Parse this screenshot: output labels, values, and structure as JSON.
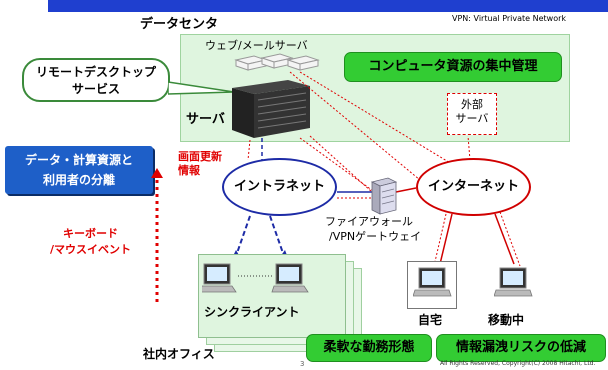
{
  "header": {
    "datacenter_title": "データセンタ",
    "vpn_note": "VPN: Virtual Private Network"
  },
  "datacenter": {
    "web_mail_server": "ウェブ/メールサーバ",
    "centralized_mgmt": "コンピュータ資源の集中管理",
    "remote_desktop_line1": "リモートデスクトップ",
    "remote_desktop_line2": "サービス",
    "server": "サーバ"
  },
  "external_server": {
    "line1": "外部",
    "line2": "サーバ"
  },
  "left_panel": {
    "separation_line1": "データ・計算資源と",
    "separation_line2": "利用者の分離",
    "screen_update_line1": "画面更新",
    "screen_update_line2": "情報",
    "keyboard_line1": "キーボード",
    "keyboard_line2": "/マウスイベント"
  },
  "network": {
    "intranet": "イントラネット",
    "internet": "インターネット",
    "firewall_line1": "ファイアウォール",
    "firewall_line2": "/VPNゲートウェイ"
  },
  "office": {
    "thin_client": "シンクライアント",
    "office_label": "社内オフィス"
  },
  "remote": {
    "home": "自宅",
    "mobile": "移動中"
  },
  "footer": {
    "flexible_work": "柔軟な勤務形態",
    "leak_risk": "情報漏洩リスクの低減",
    "copyright": "All Rights Reserved, Copyright(C) 2008 Hitachi, Ltd.",
    "page_number": "3"
  }
}
